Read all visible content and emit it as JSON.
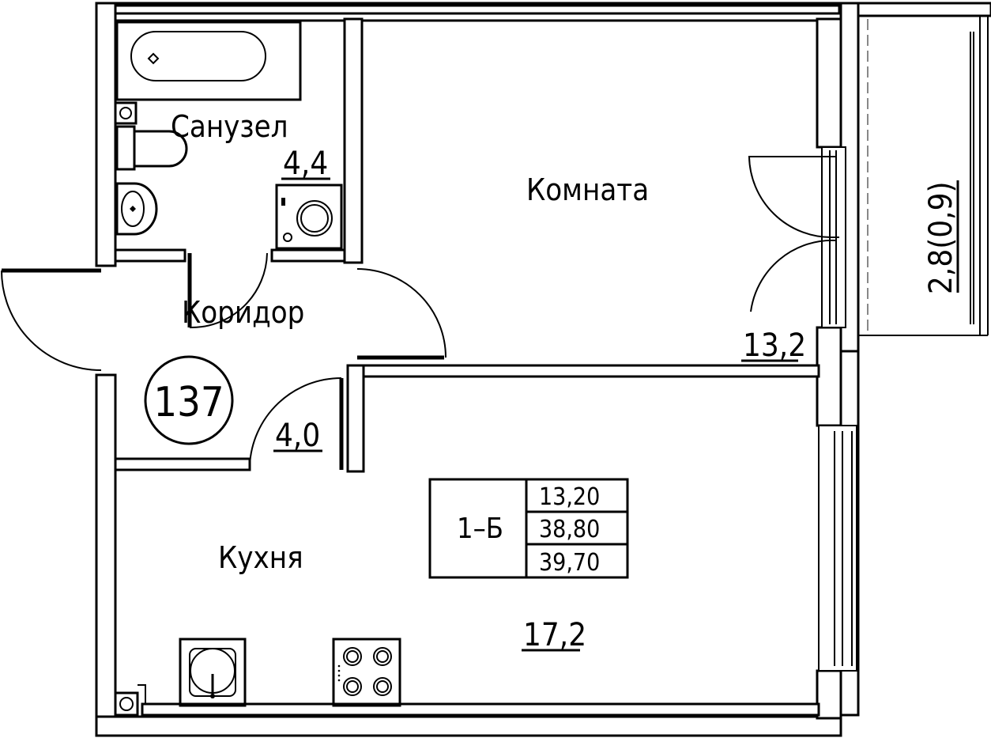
{
  "rooms": {
    "bathroom": {
      "name": "Санузел",
      "area": "4,4"
    },
    "room": {
      "name": "Комната",
      "area": "13,2"
    },
    "corridor": {
      "name": "Коридор",
      "area": "4,0"
    },
    "kitchen": {
      "name": "Кухня",
      "area": "17,2"
    },
    "balcony": {
      "area": "2,8(0,9)"
    }
  },
  "apartment_number": "137",
  "summary": {
    "type": "1–Б",
    "values": [
      "13,20",
      "38,80",
      "39,70"
    ]
  }
}
